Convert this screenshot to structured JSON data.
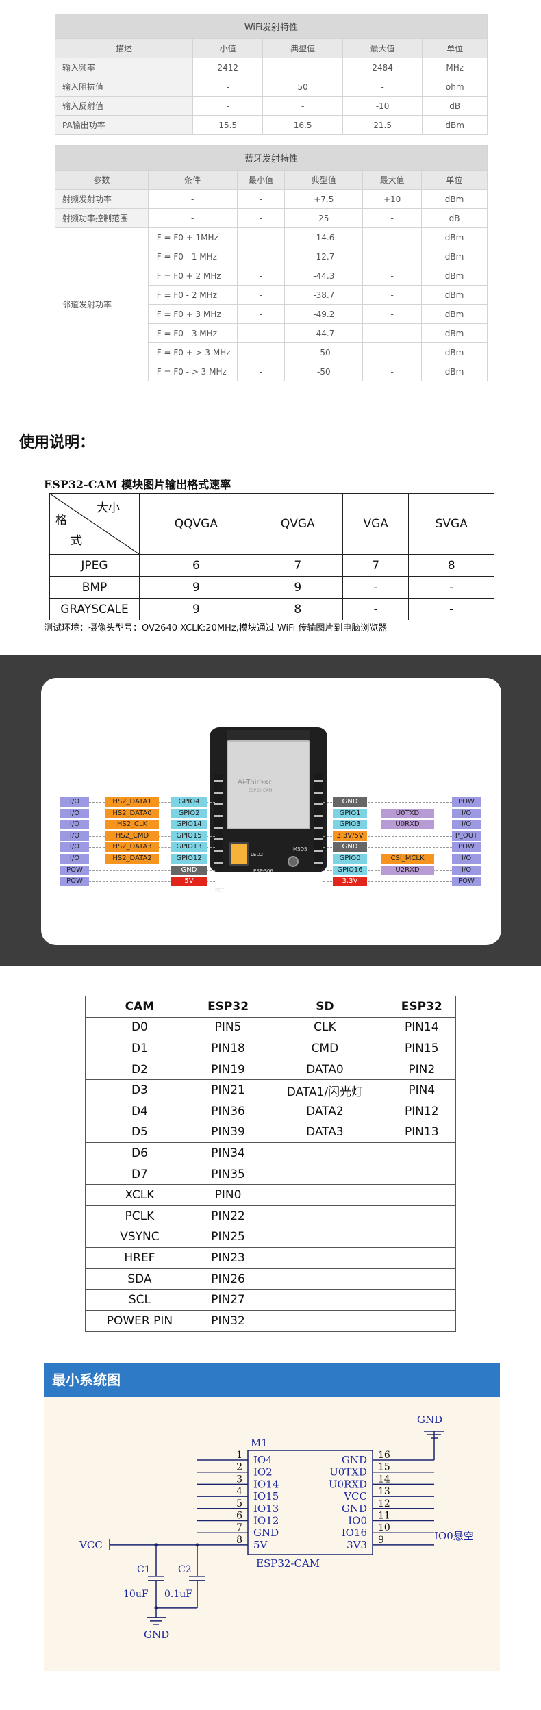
{
  "wifi_table": {
    "title": "WiFi发射特性",
    "headers": [
      "描述",
      "小值",
      "典型值",
      "最大值",
      "单位"
    ],
    "rows": [
      [
        "输入频率",
        "2412",
        "-",
        "2484",
        "MHz"
      ],
      [
        "输入阻抗值",
        "-",
        "50",
        "-",
        "ohm"
      ],
      [
        "输入反射值",
        "-",
        "-",
        "-10",
        "dB"
      ],
      [
        "PA输出功率",
        "15.5",
        "16.5",
        "21.5",
        "dBm"
      ]
    ]
  },
  "bt_table": {
    "title": "蓝牙发射特性",
    "headers": [
      "参数",
      "条件",
      "最小值",
      "典型值",
      "最大值",
      "单位"
    ],
    "rows": [
      [
        "射频发射功率",
        "-",
        "-",
        "+7.5",
        "+10",
        "dBm"
      ],
      [
        "射频功率控制范围",
        "-",
        "-",
        "25",
        "-",
        "dB"
      ]
    ],
    "group_label": "邻道发射功率",
    "group_rows": [
      [
        "F = F0 + 1MHz",
        "-",
        "-14.6",
        "-",
        "dBm"
      ],
      [
        "F = F0 - 1 MHz",
        "-",
        "-12.7",
        "-",
        "dBm"
      ],
      [
        "F = F0 + 2 MHz",
        "-",
        "-44.3",
        "-",
        "dBm"
      ],
      [
        "F = F0 - 2 MHz",
        "-",
        "-38.7",
        "-",
        "dBm"
      ],
      [
        "F = F0 + 3 MHz",
        "-",
        "-49.2",
        "-",
        "dBm"
      ],
      [
        "F = F0 - 3 MHz",
        "-",
        "-44.7",
        "-",
        "dBm"
      ],
      [
        "F = F0 + > 3 MHz",
        "-",
        "-50",
        "-",
        "dBm"
      ],
      [
        "F = F0 - > 3 MHz",
        "-",
        "-50",
        "-",
        "dBm"
      ]
    ]
  },
  "usage_heading": "使用说明：",
  "format_table": {
    "title": "ESP32-CAM 模块图片输出格式速率",
    "corner_top": "大小",
    "corner_mid": "格",
    "corner_bot": "式",
    "columns": [
      "QQVGA",
      "QVGA",
      "VGA",
      "SVGA"
    ],
    "rows": [
      {
        "name": "JPEG",
        "values": [
          "6",
          "7",
          "7",
          "8"
        ]
      },
      {
        "name": "BMP",
        "values": [
          "9",
          "9",
          "-",
          "-"
        ]
      },
      {
        "name": "GRAYSCALE",
        "values": [
          "9",
          "8",
          "-",
          "-"
        ]
      }
    ],
    "note": "测试环境：摄像头型号：OV2640  XCLK:20MHz,模块通过 WiFi 传输图片到电脑浏览器"
  },
  "pinout": {
    "module_logo": "Ai-Thinker",
    "module_sub": "ESP32-CAM",
    "board_marks": [
      "RST",
      "ESP-S06",
      "MSOS",
      "LED2"
    ],
    "left": [
      {
        "type": "I/O",
        "func": "HS2_DATA1",
        "gpio": "GPIO4"
      },
      {
        "type": "I/O",
        "func": "HS2_DATA0",
        "gpio": "GPIO2"
      },
      {
        "type": "I/O",
        "func": "HS2_CLK",
        "gpio": "GPIO14"
      },
      {
        "type": "I/O",
        "func": "HS2_CMD",
        "gpio": "GPIO15"
      },
      {
        "type": "I/O",
        "func": "HS2_DATA3",
        "gpio": "GPIO13"
      },
      {
        "type": "I/O",
        "func": "HS2_DATA2",
        "gpio": "GPIO12"
      },
      {
        "type": "POW",
        "func": "",
        "gpio": "GND"
      },
      {
        "type": "POW",
        "func": "",
        "gpio": "5V"
      }
    ],
    "right": [
      {
        "gpio": "GND",
        "func": "",
        "type": "POW"
      },
      {
        "gpio": "GPIO1",
        "func": "U0TXD",
        "type": "I/O"
      },
      {
        "gpio": "GPIO3",
        "func": "U0RXD",
        "type": "I/O"
      },
      {
        "gpio": "3.3V/5V",
        "func": "",
        "type": "P_OUT"
      },
      {
        "gpio": "GND",
        "func": "",
        "type": "POW"
      },
      {
        "gpio": "GPIO0",
        "func": "CSI_MCLK",
        "type": "I/O"
      },
      {
        "gpio": "GPIO16",
        "func": "U2RXD",
        "type": "I/O"
      },
      {
        "gpio": "3.3V",
        "func": "",
        "type": "POW"
      }
    ],
    "colors": {
      "io": "#9b99e2",
      "hs": "#f5941f",
      "gpio": "#7bd3e4",
      "gnd": "#666666",
      "power": "#e3241b",
      "uart": "#b89ad4"
    }
  },
  "pin_table": {
    "headers": [
      "CAM",
      "ESP32",
      "SD",
      "ESP32"
    ],
    "rows": [
      [
        "D0",
        "PIN5",
        "CLK",
        "PIN14"
      ],
      [
        "D1",
        "PIN18",
        "CMD",
        "PIN15"
      ],
      [
        "D2",
        "PIN19",
        "DATA0",
        "PIN2"
      ],
      [
        "D3",
        "PIN21",
        "DATA1/闪光灯",
        "PIN4"
      ],
      [
        "D4",
        "PIN36",
        "DATA2",
        "PIN12"
      ],
      [
        "D5",
        "PIN39",
        "DATA3",
        "PIN13"
      ],
      [
        "D6",
        "PIN34",
        "",
        ""
      ],
      [
        "D7",
        "PIN35",
        "",
        ""
      ],
      [
        "XCLK",
        "PIN0",
        "",
        ""
      ],
      [
        "PCLK",
        "PIN22",
        "",
        ""
      ],
      [
        "VSYNC",
        "PIN25",
        "",
        ""
      ],
      [
        "HREF",
        "PIN23",
        "",
        ""
      ],
      [
        "SDA",
        "PIN26",
        "",
        ""
      ],
      [
        "SCL",
        "PIN27",
        "",
        ""
      ],
      [
        "POWER PIN",
        "PIN32",
        "",
        ""
      ]
    ]
  },
  "minimal_system": {
    "title": "最小系统图",
    "ref": "M1",
    "part": "ESP32-CAM",
    "left_pins": [
      {
        "num": "1",
        "name": "IO4"
      },
      {
        "num": "2",
        "name": "IO2"
      },
      {
        "num": "3",
        "name": "IO14"
      },
      {
        "num": "4",
        "name": "IO15"
      },
      {
        "num": "5",
        "name": "IO13"
      },
      {
        "num": "6",
        "name": "IO12"
      },
      {
        "num": "7",
        "name": "GND"
      },
      {
        "num": "8",
        "name": "5V"
      }
    ],
    "right_pins": [
      {
        "num": "16",
        "name": "GND"
      },
      {
        "num": "15",
        "name": "U0TXD"
      },
      {
        "num": "14",
        "name": "U0RXD"
      },
      {
        "num": "13",
        "name": "VCC"
      },
      {
        "num": "12",
        "name": "GND"
      },
      {
        "num": "11",
        "name": "IO0"
      },
      {
        "num": "10",
        "name": "IO16"
      },
      {
        "num": "9",
        "name": "3V3"
      }
    ],
    "gnd_top": "GND",
    "io0_note": "IO0悬空",
    "vcc": "VCC",
    "c1": "C1",
    "c1_val": "10uF",
    "c2": "C2",
    "c2_val": "0.1uF",
    "gnd_bottom": "GND"
  }
}
